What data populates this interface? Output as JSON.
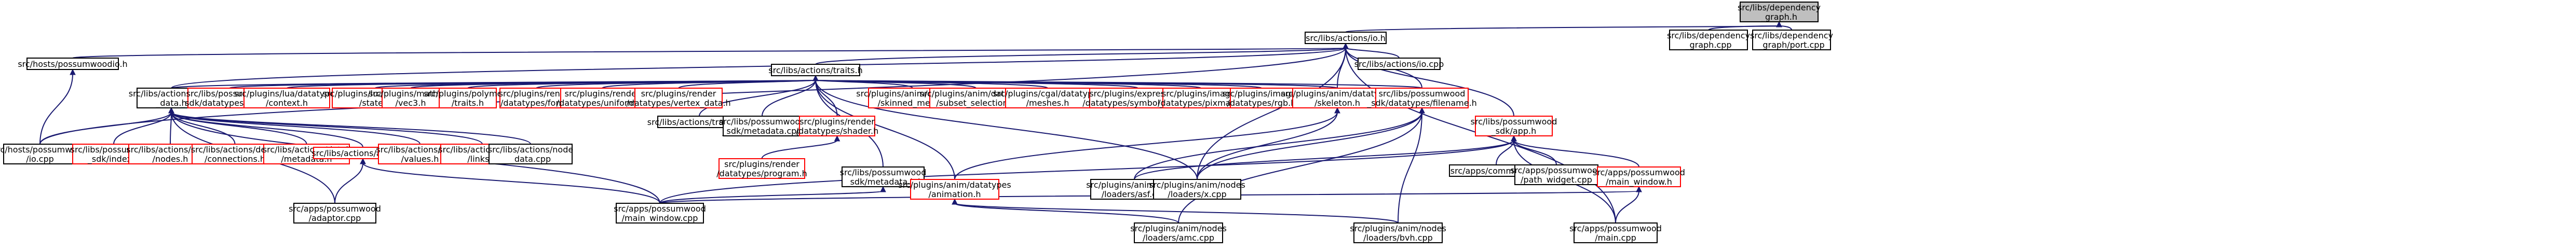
{
  "colors": {
    "edge": "#191970",
    "documented_border": "#000000",
    "undocumented_border": "#ff0000",
    "focus_fill": "#bfbfbf"
  },
  "nodes": [
    {
      "id": "dependency",
      "lines": [
        "src/libs/dependency",
        "_graph.h"
      ],
      "style": "gray"
    },
    {
      "id": "dep_graph_cpp",
      "lines": [
        "src/libs/dependency",
        "_graph.cpp"
      ],
      "style": "black"
    },
    {
      "id": "dep_graph_port",
      "lines": [
        "src/libs/dependency",
        "_graph/port.cpp"
      ],
      "style": "black"
    },
    {
      "id": "actions_io_h",
      "lines": [
        "src/libs/actions/io.h"
      ],
      "style": "black"
    },
    {
      "id": "hosts_io_h",
      "lines": [
        "src/hosts/possumwoodio.h"
      ],
      "style": "black"
    },
    {
      "id": "actions_traits_h",
      "lines": [
        "src/libs/actions/traits.h"
      ],
      "style": "black"
    },
    {
      "id": "actions_io_cpp",
      "lines": [
        "src/libs/actions/io.cpp"
      ],
      "style": "black"
    },
    {
      "id": "actions_node_data",
      "lines": [
        "src/libs/actions/node",
        "_data.h"
      ],
      "style": "black"
    },
    {
      "id": "sdk_datatypes_enum",
      "lines": [
        "src/libs/possumwood",
        "_sdk/datatypes/enum.h"
      ],
      "style": "red"
    },
    {
      "id": "lua_context",
      "lines": [
        "src/plugins/lua/datatypes",
        "/context.h"
      ],
      "style": "red"
    },
    {
      "id": "lua_state",
      "lines": [
        "src/plugins/lua/datatypes",
        "/state.h"
      ],
      "style": "red"
    },
    {
      "id": "maths_io_vec3",
      "lines": [
        "src/plugins/maths/io",
        "/vec3.h"
      ],
      "style": "red"
    },
    {
      "id": "polymesh_traits",
      "lines": [
        "src/plugins/polymesh",
        "/traits.h"
      ],
      "style": "red"
    },
    {
      "id": "render_font",
      "lines": [
        "src/plugins/render",
        "/datatypes/font.h"
      ],
      "style": "red"
    },
    {
      "id": "render_uniforms",
      "lines": [
        "src/plugins/render",
        "/datatypes/uniforms.h"
      ],
      "style": "red"
    },
    {
      "id": "render_vertex_data",
      "lines": [
        "src/plugins/render",
        "/datatypes/vertex_data.h"
      ],
      "style": "red"
    },
    {
      "id": "actions_traits_cpp",
      "lines": [
        "src/libs/actions/traits.cpp"
      ],
      "style": "black"
    },
    {
      "id": "sdk_metadata_cpp",
      "lines": [
        "src/libs/possumwood",
        "_sdk/metadata.cpp"
      ],
      "style": "black"
    },
    {
      "id": "render_shader",
      "lines": [
        "src/plugins/render",
        "/datatypes/shader.h"
      ],
      "style": "red"
    },
    {
      "id": "anim_skinned_mesh",
      "lines": [
        "src/plugins/anim/datatypes",
        "/skinned_mesh.h"
      ],
      "style": "red"
    },
    {
      "id": "anim_subset_selection",
      "lines": [
        "src/plugins/anim/datatypes",
        "/subset_selection.h"
      ],
      "style": "red"
    },
    {
      "id": "cgal_meshes",
      "lines": [
        "src/plugins/cgal/datatypes",
        "/meshes.h"
      ],
      "style": "red"
    },
    {
      "id": "expressions_symbol_table",
      "lines": [
        "src/plugins/expressions",
        "/datatypes/symbol_table.h"
      ],
      "style": "red"
    },
    {
      "id": "images_pixmap",
      "lines": [
        "src/plugins/images",
        "/datatypes/pixmap.h"
      ],
      "style": "red"
    },
    {
      "id": "images_rgb",
      "lines": [
        "src/plugins/images",
        "/datatypes/rgb.h"
      ],
      "style": "red"
    },
    {
      "id": "anim_skeleton",
      "lines": [
        "src/plugins/anim/datatypes",
        "/skeleton.h"
      ],
      "style": "red"
    },
    {
      "id": "sdk_filename",
      "lines": [
        "src/libs/possumwood",
        "_sdk/datatypes/filename.h"
      ],
      "style": "red"
    },
    {
      "id": "sdk_app_h",
      "lines": [
        "src/libs/possumwood",
        "_sdk/app.h"
      ],
      "style": "red"
    },
    {
      "id": "hosts_io_cpp",
      "lines": [
        "src/hosts/possumwood",
        "/io.cpp"
      ],
      "style": "black"
    },
    {
      "id": "sdk_index_h",
      "lines": [
        "src/libs/possumwood",
        "_sdk/index.h"
      ],
      "style": "red"
    },
    {
      "id": "actions_detail_nodes",
      "lines": [
        "src/libs/actions/detail",
        "/nodes.h"
      ],
      "style": "red"
    },
    {
      "id": "actions_detail_connections",
      "lines": [
        "src/libs/actions/detail",
        "/connections.h"
      ],
      "style": "red"
    },
    {
      "id": "actions_detail_metadata",
      "lines": [
        "src/libs/actions/detail",
        "/metadata.h"
      ],
      "style": "red"
    },
    {
      "id": "actions_actions_h",
      "lines": [
        "src/libs/actions/actions.h"
      ],
      "style": "red"
    },
    {
      "id": "actions_detail_values",
      "lines": [
        "src/libs/actions/detail",
        "/values.h"
      ],
      "style": "red"
    },
    {
      "id": "actions_detail_links",
      "lines": [
        "src/libs/actions/detail",
        "/links.h"
      ],
      "style": "red"
    },
    {
      "id": "actions_node_data_cpp",
      "lines": [
        "src/libs/actions/node",
        "_data.cpp"
      ],
      "style": "black"
    },
    {
      "id": "render_program",
      "lines": [
        "src/plugins/render",
        "/datatypes/program.h"
      ],
      "style": "red"
    },
    {
      "id": "sdk_metadata_inl",
      "lines": [
        "src/libs/possumwood",
        "_sdk/metadata.inl"
      ],
      "style": "black"
    },
    {
      "id": "anim_animation",
      "lines": [
        "src/plugins/anim/datatypes",
        "/animation.h"
      ],
      "style": "red"
    },
    {
      "id": "anim_loaders_asf",
      "lines": [
        "src/plugins/anim/nodes",
        "/loaders/asf.cpp"
      ],
      "style": "black"
    },
    {
      "id": "anim_loaders_x",
      "lines": [
        "src/plugins/anim/nodes",
        "/loaders/x.cpp"
      ],
      "style": "black"
    },
    {
      "id": "app_common",
      "lines": [
        "src/apps/common.cpp"
      ],
      "style": "black"
    },
    {
      "id": "app_path_widget",
      "lines": [
        "src/apps/possumwood",
        "/path_widget.cpp"
      ],
      "style": "black"
    },
    {
      "id": "app_main_window_h",
      "lines": [
        "src/apps/possumwood",
        "/main_window.h"
      ],
      "style": "red"
    },
    {
      "id": "app_adaptor",
      "lines": [
        "src/apps/possumwood",
        "/adaptor.cpp"
      ],
      "style": "black"
    },
    {
      "id": "app_main_window_cpp",
      "lines": [
        "src/apps/possumwood",
        "/main_window.cpp"
      ],
      "style": "black"
    },
    {
      "id": "anim_loaders_amc",
      "lines": [
        "src/plugins/anim/nodes",
        "/loaders/amc.cpp"
      ],
      "style": "black"
    },
    {
      "id": "anim_loaders_bvh",
      "lines": [
        "src/plugins/anim/nodes",
        "/loaders/bvh.cpp"
      ],
      "style": "black"
    },
    {
      "id": "app_main_cpp",
      "lines": [
        "src/apps/possumwood",
        "/main.cpp"
      ],
      "style": "black"
    }
  ],
  "edges": [
    [
      "dependency",
      "dep_graph_cpp"
    ],
    [
      "dependency",
      "dep_graph_port"
    ],
    [
      "dependency",
      "actions_io_h"
    ],
    [
      "actions_io_h",
      "hosts_io_h"
    ],
    [
      "actions_io_h",
      "actions_traits_h"
    ],
    [
      "actions_io_h",
      "actions_io_cpp"
    ],
    [
      "actions_io_h",
      "actions_node_data"
    ],
    [
      "actions_io_h",
      "sdk_filename"
    ],
    [
      "actions_io_h",
      "sdk_app_h"
    ],
    [
      "actions_io_h",
      "anim_skeleton"
    ],
    [
      "actions_io_h",
      "hosts_io_cpp"
    ],
    [
      "actions_io_h",
      "anim_loaders_x"
    ],
    [
      "actions_io_h",
      "app_main_cpp"
    ],
    [
      "hosts_io_h",
      "hosts_io_cpp"
    ],
    [
      "actions_traits_h",
      "actions_node_data"
    ],
    [
      "actions_traits_h",
      "sdk_datatypes_enum"
    ],
    [
      "actions_traits_h",
      "lua_context"
    ],
    [
      "actions_traits_h",
      "lua_state"
    ],
    [
      "actions_traits_h",
      "maths_io_vec3"
    ],
    [
      "actions_traits_h",
      "polymesh_traits"
    ],
    [
      "actions_traits_h",
      "render_font"
    ],
    [
      "actions_traits_h",
      "render_uniforms"
    ],
    [
      "actions_traits_h",
      "render_vertex_data"
    ],
    [
      "actions_traits_h",
      "actions_traits_cpp"
    ],
    [
      "actions_traits_h",
      "sdk_metadata_cpp"
    ],
    [
      "actions_traits_h",
      "render_shader"
    ],
    [
      "actions_traits_h",
      "anim_skinned_mesh"
    ],
    [
      "actions_traits_h",
      "anim_subset_selection"
    ],
    [
      "actions_traits_h",
      "cgal_meshes"
    ],
    [
      "actions_traits_h",
      "expressions_symbol_table"
    ],
    [
      "actions_traits_h",
      "images_pixmap"
    ],
    [
      "actions_traits_h",
      "images_rgb"
    ],
    [
      "actions_traits_h",
      "anim_skeleton"
    ],
    [
      "actions_traits_h",
      "sdk_filename"
    ],
    [
      "actions_traits_h",
      "sdk_metadata_inl"
    ],
    [
      "actions_traits_h",
      "anim_animation"
    ],
    [
      "actions_traits_h",
      "anim_loaders_x"
    ],
    [
      "actions_node_data",
      "hosts_io_cpp"
    ],
    [
      "actions_node_data",
      "sdk_index_h"
    ],
    [
      "actions_node_data",
      "actions_detail_nodes"
    ],
    [
      "actions_node_data",
      "actions_detail_connections"
    ],
    [
      "actions_node_data",
      "actions_detail_metadata"
    ],
    [
      "actions_node_data",
      "actions_actions_h"
    ],
    [
      "actions_node_data",
      "actions_detail_values"
    ],
    [
      "actions_node_data",
      "actions_detail_links"
    ],
    [
      "actions_node_data",
      "actions_node_data_cpp"
    ],
    [
      "actions_node_data",
      "app_adaptor"
    ],
    [
      "actions_node_data",
      "app_main_window_cpp"
    ],
    [
      "actions_actions_h",
      "app_adaptor"
    ],
    [
      "actions_actions_h",
      "app_main_window_cpp"
    ],
    [
      "render_shader",
      "render_program"
    ],
    [
      "sdk_metadata_inl",
      "app_main_window_cpp"
    ],
    [
      "anim_skeleton",
      "anim_animation"
    ],
    [
      "anim_skeleton",
      "anim_loaders_x"
    ],
    [
      "sdk_filename",
      "anim_loaders_x"
    ],
    [
      "sdk_filename",
      "anim_loaders_asf"
    ],
    [
      "sdk_filename",
      "anim_loaders_amc"
    ],
    [
      "sdk_filename",
      "anim_loaders_bvh"
    ],
    [
      "anim_animation",
      "anim_loaders_amc"
    ],
    [
      "anim_animation",
      "anim_loaders_bvh"
    ],
    [
      "sdk_app_h",
      "app_common"
    ],
    [
      "sdk_app_h",
      "app_path_widget"
    ],
    [
      "sdk_app_h",
      "app_main_window_h"
    ],
    [
      "sdk_app_h",
      "app_main_window_cpp"
    ],
    [
      "sdk_app_h",
      "anim_loaders_asf"
    ],
    [
      "sdk_app_h",
      "app_main_cpp"
    ],
    [
      "app_main_window_h",
      "app_main_window_cpp"
    ],
    [
      "app_main_window_h",
      "app_main_cpp"
    ]
  ]
}
